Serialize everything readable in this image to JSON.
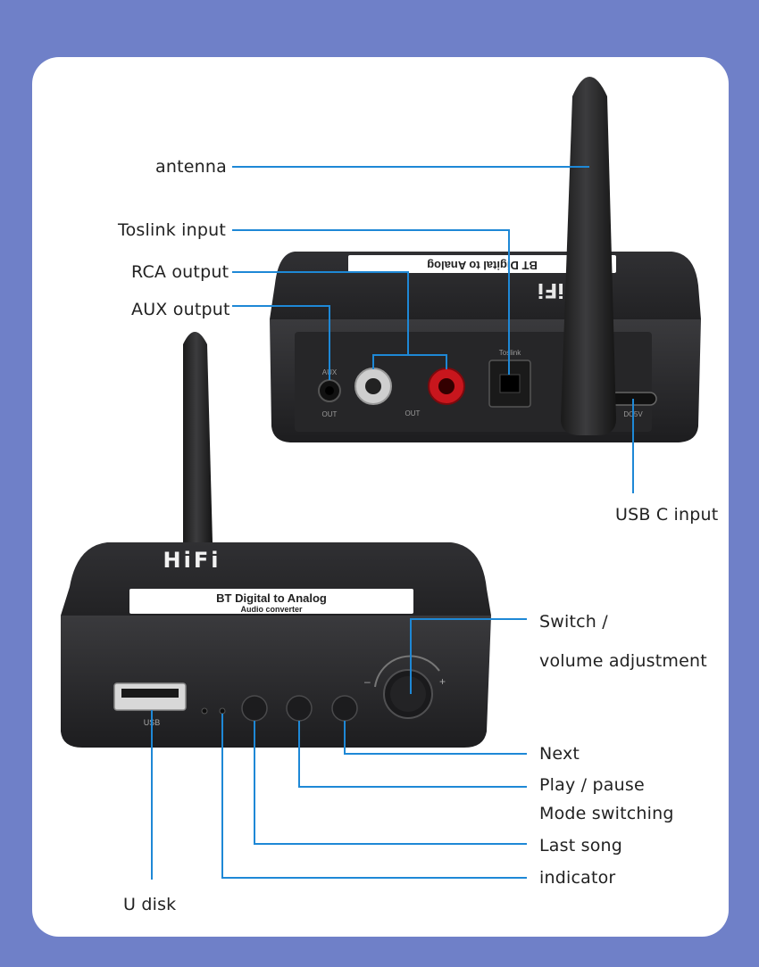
{
  "colors": {
    "background": "#6f80c8",
    "card": "#ffffff",
    "leader_line": "#1e88d6",
    "device": "#2a2a2c",
    "rca_red": "#c8161d"
  },
  "labels": {
    "antenna": "antenna",
    "toslink": "Toslink input",
    "rca": "RCA output",
    "aux": "AUX output",
    "usbc": "USB C input",
    "switch_1": "Switch /",
    "switch_2": "volume adjustment",
    "next": "Next",
    "play": "Play / pause",
    "mode": "Mode switching",
    "last": "Last song",
    "indicator": "indicator",
    "udisk": "U disk"
  },
  "device_text": {
    "brand": "HiFi",
    "panel_title": "BT Digital to Analog",
    "panel_subtitle": "Audio converter",
    "usb_port": "USB",
    "aux_port": "AUX",
    "out_port": "OUT",
    "rca_out": "OUT",
    "toslink_port": "Toslink",
    "dc_port": "DC5V"
  }
}
